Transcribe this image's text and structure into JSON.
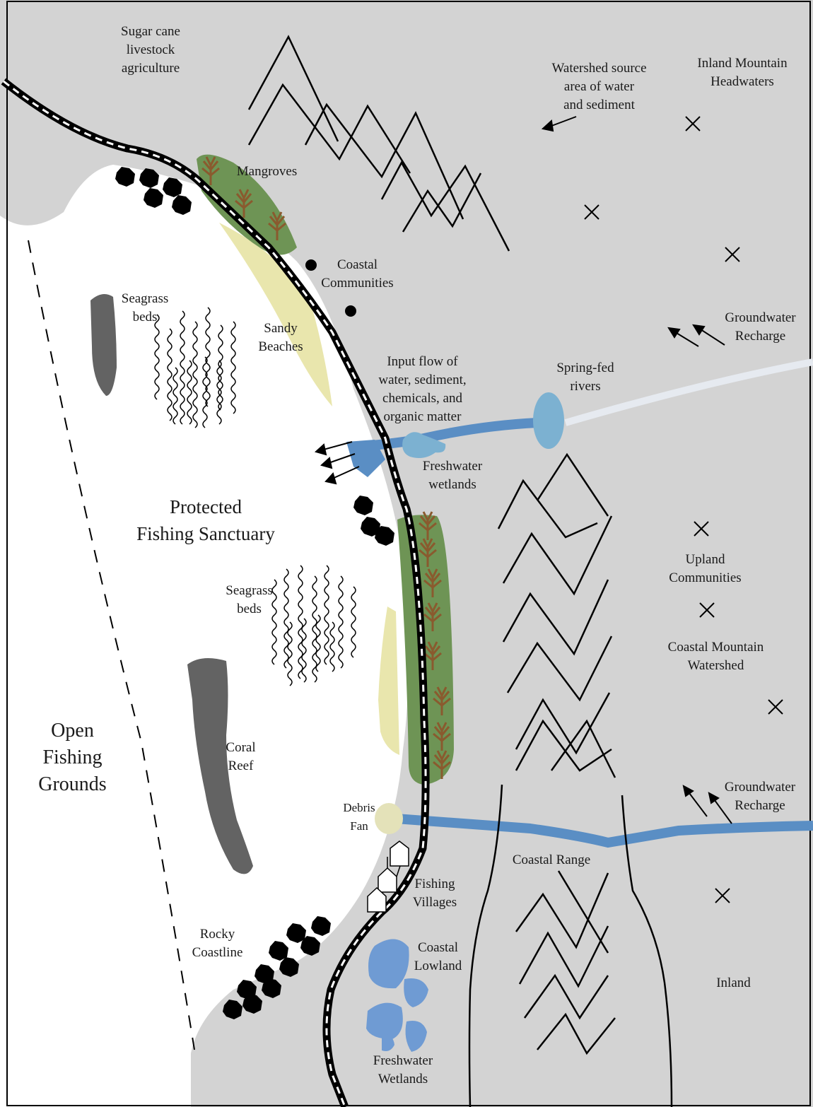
{
  "labels": {
    "sugar_cane": [
      "Sugar cane",
      "livestock",
      "agriculture"
    ],
    "mangroves_top": [
      "Mangroves"
    ],
    "watershed_source": [
      "Watershed source",
      "area of water",
      "and sediment"
    ],
    "inland_mountain": [
      "Inland Mountain",
      "Headwaters"
    ],
    "coastal_communities": [
      "Coastal",
      "Communities"
    ],
    "seagrass_top": [
      "Seagrass",
      "beds"
    ],
    "sandy_beaches": [
      "Sandy",
      "Beaches"
    ],
    "groundwater_top": [
      "Groundwater",
      "Recharge"
    ],
    "input_flow": [
      "Input flow of",
      "water, sediment,",
      "chemicals, and",
      "organic matter"
    ],
    "spring_fed": [
      "Spring-fed",
      "rivers"
    ],
    "freshwater_wetlands_mid": [
      "Freshwater",
      "wetlands"
    ],
    "protected_sanctuary": [
      "Protected",
      "Fishing Sanctuary"
    ],
    "upland_communities": [
      "Upland",
      "Communities"
    ],
    "seagrass_mid": [
      "Seagrass",
      "beds"
    ],
    "coastal_mountain": [
      "Coastal Mountain",
      "Watershed"
    ],
    "open_fishing": [
      "Open",
      "Fishing",
      "Grounds"
    ],
    "coral_reef": [
      "Coral",
      "Reef"
    ],
    "debris_fan": [
      "Debris",
      "Fan"
    ],
    "groundwater_bottom": [
      "Groundwater",
      "Recharge"
    ],
    "coastal_range": [
      "Coastal Range"
    ],
    "fishing_villages": [
      "Fishing",
      "Villages"
    ],
    "rocky_coastline": [
      "Rocky",
      "Coastline"
    ],
    "coastal_lowland": [
      "Coastal",
      "Lowland"
    ],
    "inland": [
      "Inland"
    ],
    "freshwater_wetlands_bottom": [
      "Freshwater",
      "Wetlands"
    ]
  },
  "colors": {
    "land": "#d3d3d3",
    "sea": "#ffffff",
    "mangrove": "#6e9455",
    "beach": "#e9e6ad",
    "river": "#5a8ec4",
    "wetland": "#6f9bd3",
    "reef": "#636363",
    "spring": "#7cb1d1",
    "debris": "#e4e2b9"
  }
}
